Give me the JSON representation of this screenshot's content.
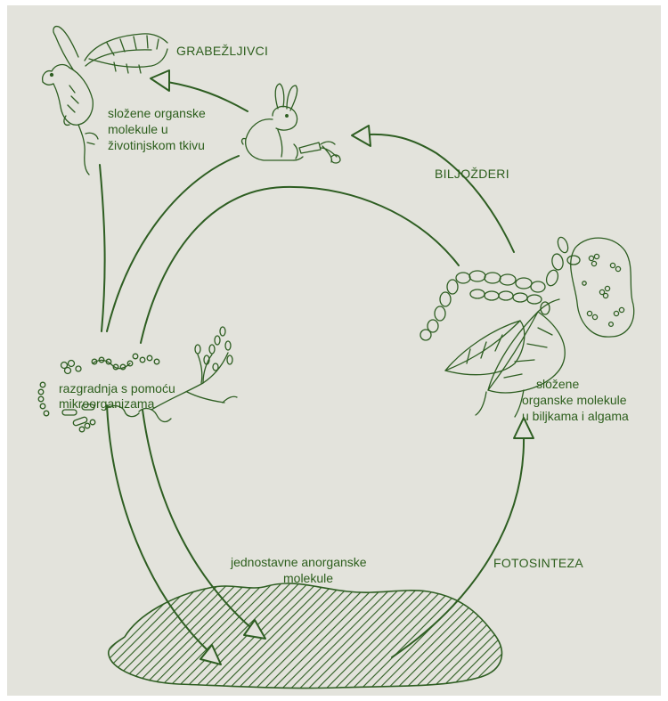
{
  "diagram": {
    "colors": {
      "background": "#e3e3dc",
      "ink": "#2e5e22",
      "label": "#2c5e1c"
    },
    "labels": {
      "predators": "GRABEŽLJIVCI",
      "herbivores": "BILJOŽDERI",
      "photosynthesis": "FOTOSINTEZA",
      "animal_tissue": [
        "složene organske",
        "molekule u",
        "životinjskom tkivu"
      ],
      "plant_molecules": [
        "složene",
        "organske molekule",
        "u biljkama i algama"
      ],
      "decomposition": [
        "razgradnja s pomoću",
        "mikroorganizama"
      ],
      "inorganic": [
        "jednostavne anorganske",
        "molekule"
      ]
    },
    "icons": [
      "hawk-icon",
      "rabbit-icon",
      "carrot-icon",
      "algae-chain-icon",
      "leaf-icon",
      "cell-colony-icon",
      "microorganism-icon",
      "fungal-hyphae-icon",
      "water-pool-icon"
    ]
  }
}
